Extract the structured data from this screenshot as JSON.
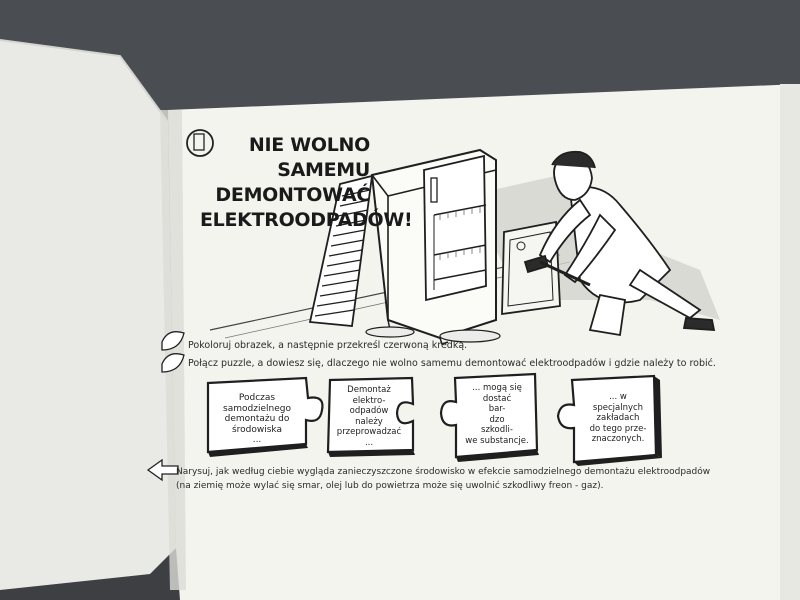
{
  "page": {
    "title_lines": [
      "NIE WOLNO",
      "SAMEMU",
      "DEMONTOWAĆ",
      "ELEKTROODPADÓW!"
    ],
    "page_number_icon": "8",
    "instruction_color": "Pokoloruj obrazek, a następnie przekreśl czerwoną kredką.",
    "instruction_puzzle": "Połącz puzzle, a dowiesz się, dlaczego nie wolno samemu demontować elektroodpadów i gdzie należy to robić.",
    "puzzles": [
      {
        "text": "Podczas\nsamodzielnego\ndemontażu do\nśrodowiska\n..."
      },
      {
        "text": "Demontaż\nelektro-\nodpadów\nnależy\nprzeprowadzać\n..."
      },
      {
        "text": "... mogą się\ndostać\nbar-\ndzo\nszkodli-\nwe substancje."
      },
      {
        "text": "... w\nspecjalnych\nzakładach\ndo tego prze-\nznaczonych."
      }
    ],
    "drawing_instruction_line1": "Narysuj, jak według ciebie wygląda zanieczyszczone środowisko w efekcie samodzielnego demontażu elektroodpadów",
    "drawing_instruction_line2": "(na ziemię może wylać się smar, olej lub do powietrza może się uwolnić szkodliwy freon - gaz).",
    "colors": {
      "background": "#4a4d52",
      "paper": "#f4f4ef",
      "ink": "#1f1f1f",
      "shadow": "#c9c9c6"
    }
  }
}
